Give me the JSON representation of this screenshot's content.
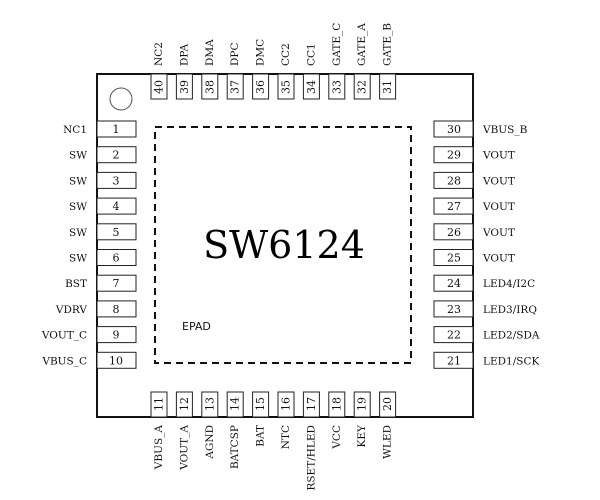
{
  "chip": {
    "part_number": "SW6124",
    "epad_label": "EPAD",
    "pins": {
      "left": [
        {
          "num": "1",
          "name": "NC1"
        },
        {
          "num": "2",
          "name": "SW"
        },
        {
          "num": "3",
          "name": "SW"
        },
        {
          "num": "4",
          "name": "SW"
        },
        {
          "num": "5",
          "name": "SW"
        },
        {
          "num": "6",
          "name": "SW"
        },
        {
          "num": "7",
          "name": "BST"
        },
        {
          "num": "8",
          "name": "VDRV"
        },
        {
          "num": "9",
          "name": "VOUT_C"
        },
        {
          "num": "10",
          "name": "VBUS_C"
        }
      ],
      "bottom": [
        {
          "num": "11",
          "name": "VBUS_A"
        },
        {
          "num": "12",
          "name": "VOUT_A"
        },
        {
          "num": "13",
          "name": "AGND"
        },
        {
          "num": "14",
          "name": "BATCSP"
        },
        {
          "num": "15",
          "name": "BAT"
        },
        {
          "num": "16",
          "name": "NTC"
        },
        {
          "num": "17",
          "name": "RSET/HLED"
        },
        {
          "num": "18",
          "name": "VCC"
        },
        {
          "num": "19",
          "name": "KEY"
        },
        {
          "num": "20",
          "name": "WLED"
        }
      ],
      "right": [
        {
          "num": "30",
          "name": "VBUS_B"
        },
        {
          "num": "29",
          "name": "VOUT"
        },
        {
          "num": "28",
          "name": "VOUT"
        },
        {
          "num": "27",
          "name": "VOUT"
        },
        {
          "num": "26",
          "name": "VOUT"
        },
        {
          "num": "25",
          "name": "VOUT"
        },
        {
          "num": "24",
          "name": "LED4/I2C"
        },
        {
          "num": "23",
          "name": "LED3/IRQ"
        },
        {
          "num": "22",
          "name": "LED2/SDA"
        },
        {
          "num": "21",
          "name": "LED1/SCK"
        }
      ],
      "top": [
        {
          "num": "40",
          "name": "NC2"
        },
        {
          "num": "39",
          "name": "DPA"
        },
        {
          "num": "38",
          "name": "DMA"
        },
        {
          "num": "37",
          "name": "DPC"
        },
        {
          "num": "36",
          "name": "DMC"
        },
        {
          "num": "35",
          "name": "CC2"
        },
        {
          "num": "34",
          "name": "CC1"
        },
        {
          "num": "33",
          "name": "GATE_C"
        },
        {
          "num": "32",
          "name": "GATE_A"
        },
        {
          "num": "31",
          "name": "GATE_B"
        }
      ]
    }
  }
}
